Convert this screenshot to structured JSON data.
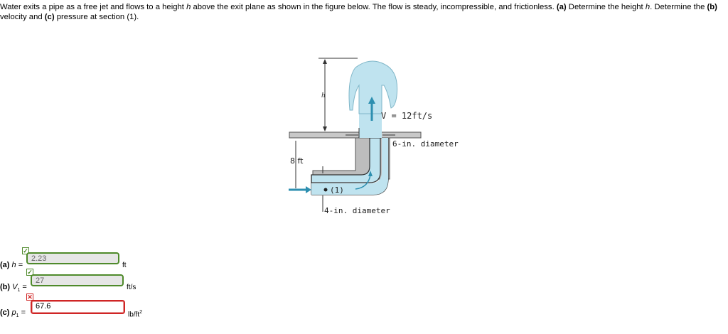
{
  "question": {
    "part1": "Water exits a pipe as a free jet and flows to a height ",
    "h_var": "h",
    "part2": " above the exit plane as shown in the figure below. The flow is steady, incompressible, and frictionless. ",
    "a_tag": "(a)",
    "part3": " Determine the height ",
    "h_var2": "h",
    "part4": ". Determine the ",
    "b_tag": "(b)",
    "part5": " velocity and ",
    "c_tag": "(c)",
    "part6": " pressure at section (1)."
  },
  "figure": {
    "h_label": "h",
    "velocity_label": "V = 12ft/s",
    "exit_diameter": "6-in. diameter",
    "height_label": "8 ft",
    "section_label": "(1)",
    "inlet_diameter": "4-in. diameter"
  },
  "answers": [
    {
      "tag": "(a)",
      "var": "h",
      "sub": "",
      "eq": " =",
      "value": "2.23",
      "unit": "ft",
      "unit_sup": "",
      "status": "correct",
      "mark": "✓"
    },
    {
      "tag": "(b)",
      "var": "V",
      "sub": "1",
      "eq": " =",
      "value": "27",
      "unit": "ft/s",
      "unit_sup": "",
      "status": "correct",
      "mark": "✓"
    },
    {
      "tag": "(c)",
      "var": "p",
      "sub": "1",
      "eq": " =",
      "value": "67.6",
      "unit": "lb/ft",
      "unit_sup": "2",
      "status": "incorrect",
      "mark": "✕"
    }
  ],
  "colors": {
    "correct": "#4f8a2b",
    "incorrect": "#d02525",
    "water": "#bfe3ef",
    "arrow": "#2d8fb0"
  }
}
